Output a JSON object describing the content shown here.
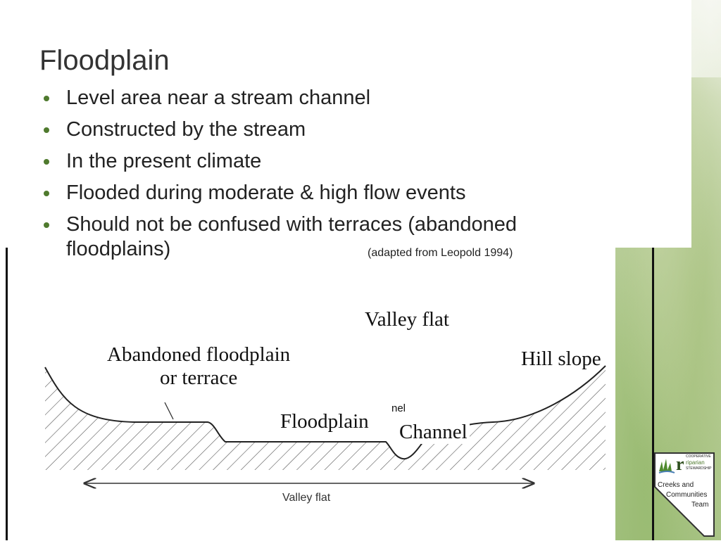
{
  "slide": {
    "title": "Floodplain",
    "bullets": [
      "Level area near a stream channel",
      "Constructed by the stream",
      "In the present climate",
      "Flooded during moderate & high flow events",
      "Should not be confused with terraces (abandoned floodplains)"
    ],
    "citation": "(adapted from Leopold 1994)"
  },
  "diagram": {
    "labels": {
      "valley_flat_top": "Valley flat",
      "abandoned_line1": "Abandoned floodplain",
      "abandoned_line2": "or terrace",
      "hill_slope": "Hill slope",
      "floodplain": "Floodplain",
      "channel": "Channel",
      "channel_underlying": "nel",
      "valley_flat_bottom": "Valley flat"
    }
  },
  "logo": {
    "top_small": "COOPERATIVE",
    "brand": "riparian",
    "sub": "STEWARDSHIP",
    "line1": "Creeks and",
    "line2": "Communities",
    "line3": "Team"
  },
  "colors": {
    "bullet": "#4f7a2e",
    "background_photo": "#b6cc94"
  }
}
